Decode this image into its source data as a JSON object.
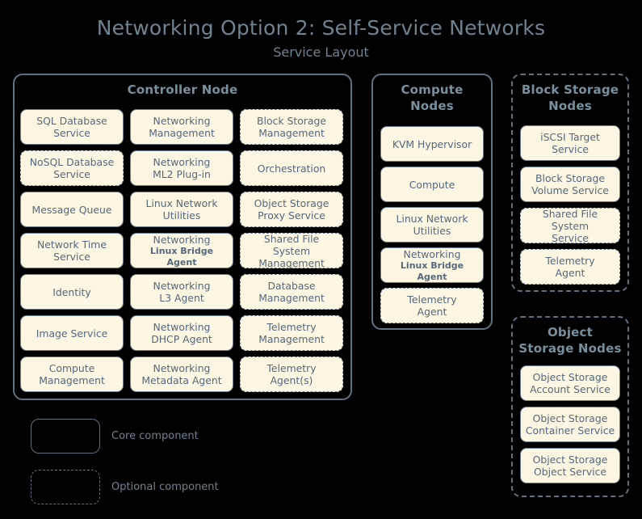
{
  "title": "Networking Option 2: Self-Service Networks",
  "subtitle": "Service Layout",
  "panels": {
    "controller": {
      "title": "Controller Node",
      "optional_panel": false,
      "columns": [
        [
          {
            "l1": "SQL Database",
            "l2": "Service",
            "optional": false
          },
          {
            "l1": "NoSQL Database",
            "l2": "Service",
            "optional": true
          },
          {
            "l1": "Message Queue",
            "l2": "",
            "optional": false
          },
          {
            "l1": "Network Time",
            "l2": "Service",
            "optional": false
          },
          {
            "l1": "Identity",
            "l2": "",
            "optional": false
          },
          {
            "l1": "Image Service",
            "l2": "",
            "optional": false
          },
          {
            "l1": "Compute",
            "l2": "Management",
            "optional": false
          }
        ],
        [
          {
            "l1": "Networking",
            "l2": "Management",
            "optional": false
          },
          {
            "l1": "Networking",
            "l2": "ML2 Plug-in",
            "optional": false
          },
          {
            "l1": "Linux Network",
            "l2": "Utilities",
            "optional": false
          },
          {
            "l1": "Networking",
            "l2": "Linux Bridge Agent",
            "optional": false,
            "small2": true
          },
          {
            "l1": "Networking",
            "l2": "L3 Agent",
            "optional": false
          },
          {
            "l1": "Networking",
            "l2": "DHCP Agent",
            "optional": false
          },
          {
            "l1": "Networking",
            "l2": "Metadata Agent",
            "optional": false
          }
        ],
        [
          {
            "l1": "Block Storage",
            "l2": "Management",
            "optional": true
          },
          {
            "l1": "Orchestration",
            "l2": "",
            "optional": true
          },
          {
            "l1": "Object Storage",
            "l2": "Proxy Service",
            "optional": true
          },
          {
            "l1": "Shared File System",
            "l2": "Management",
            "optional": true
          },
          {
            "l1": "Database",
            "l2": "Management",
            "optional": true
          },
          {
            "l1": "Telemetry",
            "l2": "Management",
            "optional": true
          },
          {
            "l1": "Telemetry",
            "l2": "Agent(s)",
            "optional": true
          }
        ]
      ]
    },
    "compute": {
      "title_line1": "Compute",
      "title_line2": "Nodes",
      "optional_panel": false,
      "items": [
        {
          "l1": "KVM Hypervisor",
          "l2": "",
          "optional": false
        },
        {
          "l1": "Compute",
          "l2": "",
          "optional": false
        },
        {
          "l1": "Linux Network",
          "l2": "Utilities",
          "optional": false
        },
        {
          "l1": "Networking",
          "l2": "Linux Bridge Agent",
          "optional": false,
          "small2": true
        },
        {
          "l1": "Telemetry",
          "l2": "Agent",
          "optional": true
        }
      ]
    },
    "block_storage": {
      "title_line1": "Block Storage",
      "title_line2": "Nodes",
      "optional_panel": true,
      "items": [
        {
          "l1": "iSCSI Target",
          "l2": "Service",
          "optional": false
        },
        {
          "l1": "Block Storage",
          "l2": "Volume Service",
          "optional": false
        },
        {
          "l1": "Shared File System",
          "l2": "Service",
          "optional": true
        },
        {
          "l1": "Telemetry",
          "l2": "Agent",
          "optional": true
        }
      ]
    },
    "object_storage": {
      "title_line1": "Object",
      "title_line2": "Storage Nodes",
      "optional_panel": true,
      "items": [
        {
          "l1": "Object Storage",
          "l2": "Account Service",
          "optional": false
        },
        {
          "l1": "Object Storage",
          "l2": "Container Service",
          "optional": false
        },
        {
          "l1": "Object Storage",
          "l2": "Object Service",
          "optional": false
        }
      ]
    }
  },
  "legend": [
    {
      "label": "Core component",
      "optional": false
    },
    {
      "label": "Optional component",
      "optional": true
    }
  ]
}
